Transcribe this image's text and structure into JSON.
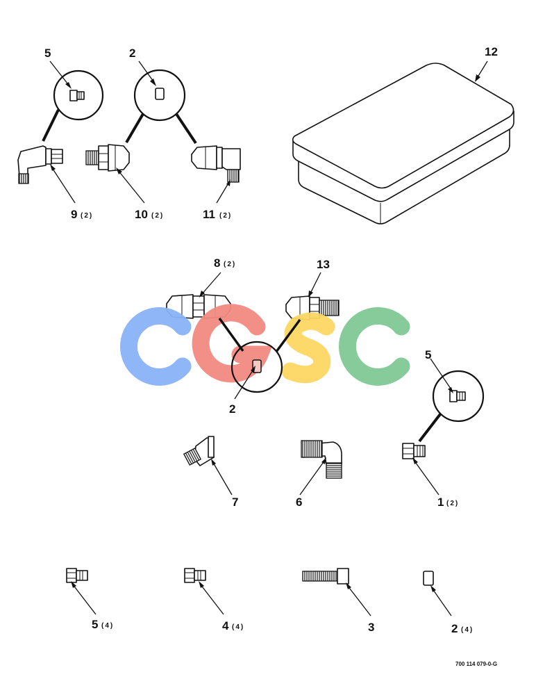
{
  "drawing_code": "700 114 079-0-G",
  "watermark": {
    "letters": [
      "C",
      "G",
      "S",
      "C"
    ],
    "colors": [
      "#8ab4f8",
      "#f28b82",
      "#fdd663",
      "#81c995"
    ]
  },
  "callouts": [
    {
      "id": "c5a",
      "num": "5",
      "qty": ""
    },
    {
      "id": "c2a",
      "num": "2",
      "qty": ""
    },
    {
      "id": "c12",
      "num": "12",
      "qty": ""
    },
    {
      "id": "c9",
      "num": "9",
      "qty": "(2)"
    },
    {
      "id": "c10",
      "num": "10",
      "qty": "(2)"
    },
    {
      "id": "c11",
      "num": "11",
      "qty": "(2)"
    },
    {
      "id": "c8",
      "num": "8",
      "qty": "(2)"
    },
    {
      "id": "c13",
      "num": "13",
      "qty": ""
    },
    {
      "id": "c2b",
      "num": "2",
      "qty": ""
    },
    {
      "id": "c5b",
      "num": "5",
      "qty": ""
    },
    {
      "id": "c7",
      "num": "7",
      "qty": ""
    },
    {
      "id": "c6",
      "num": "6",
      "qty": ""
    },
    {
      "id": "c1",
      "num": "1",
      "qty": "(2)"
    },
    {
      "id": "c5c",
      "num": "5",
      "qty": "(4)"
    },
    {
      "id": "c4",
      "num": "4",
      "qty": "(4)"
    },
    {
      "id": "c3",
      "num": "3",
      "qty": ""
    },
    {
      "id": "c2c",
      "num": "2",
      "qty": "(4)"
    }
  ]
}
